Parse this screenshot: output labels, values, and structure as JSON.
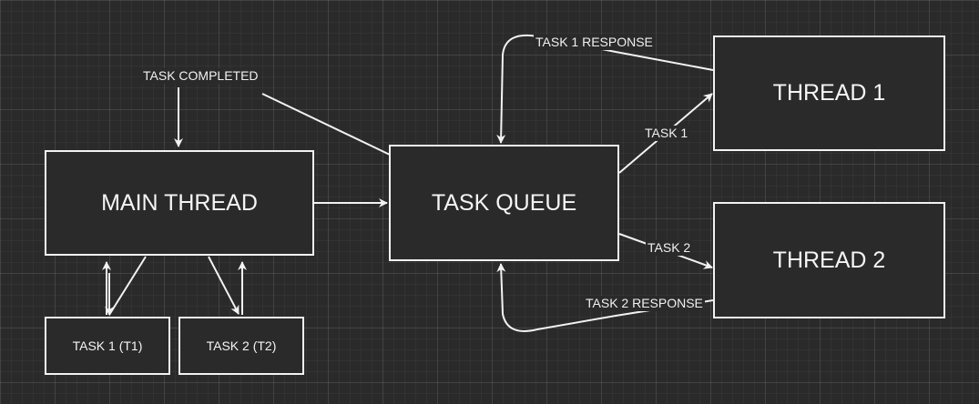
{
  "nodes": {
    "main_thread": "MAIN THREAD",
    "task_queue": "TASK QUEUE",
    "thread_1": "THREAD 1",
    "thread_2": "THREAD 2",
    "task_1_t1": "TASK 1 (T1)",
    "task_2_t2": "TASK 2 (T2)"
  },
  "edge_labels": {
    "task_completed": "TASK COMPLETED",
    "task_1_response": "TASK 1 RESPONSE",
    "task_1": "TASK 1",
    "task_2": "TASK 2",
    "task_2_response": "TASK 2 RESPONSE"
  },
  "colors": {
    "background": "#2a2a2a",
    "stroke": "#f2f2f2"
  }
}
